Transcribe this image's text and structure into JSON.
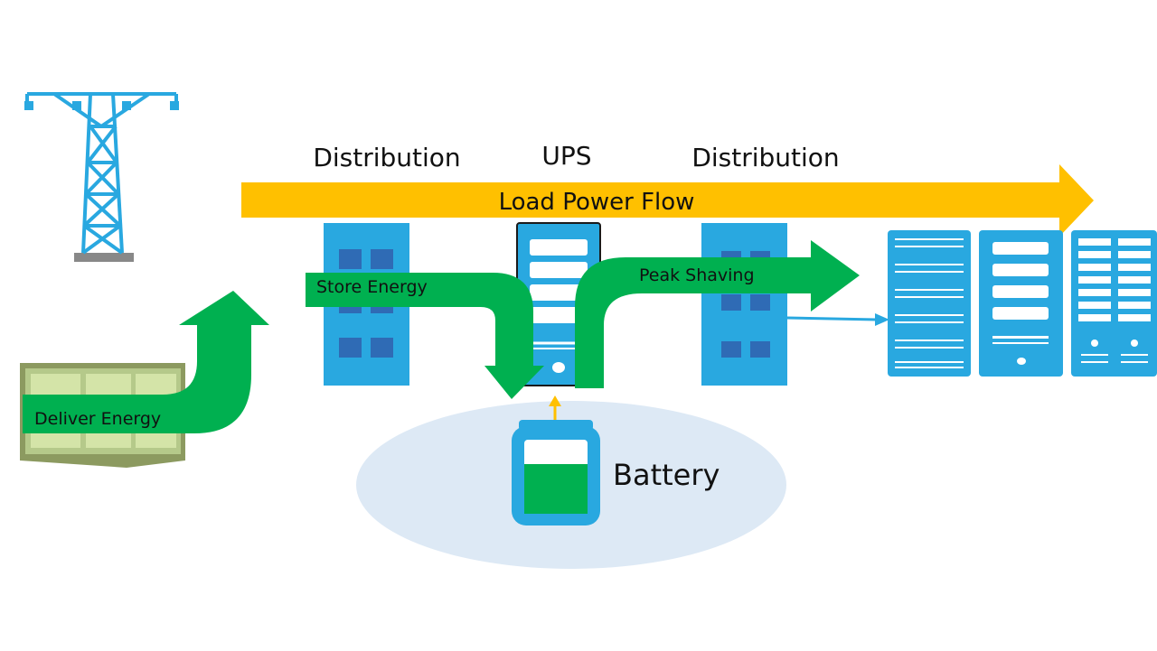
{
  "labels": {
    "distribution_left": "Distribution",
    "ups": "UPS",
    "distribution_right": "Distribution",
    "load_power_flow": "Load Power Flow",
    "store_energy": "Store Energy",
    "peak_shaving": "Peak Shaving",
    "deliver_energy": "Deliver Energy",
    "battery": "Battery"
  },
  "colors": {
    "flow_yellow": "#FFC000",
    "energy_green": "#00B050",
    "equipment_blue": "#29A8E0",
    "slot_blue": "#2F6BB5",
    "battery_halo": "#DDE9F5"
  },
  "icons": [
    "transmission-tower-icon",
    "generator-icon",
    "ups-cabinet-icon",
    "battery-icon",
    "server-rack-icon"
  ]
}
